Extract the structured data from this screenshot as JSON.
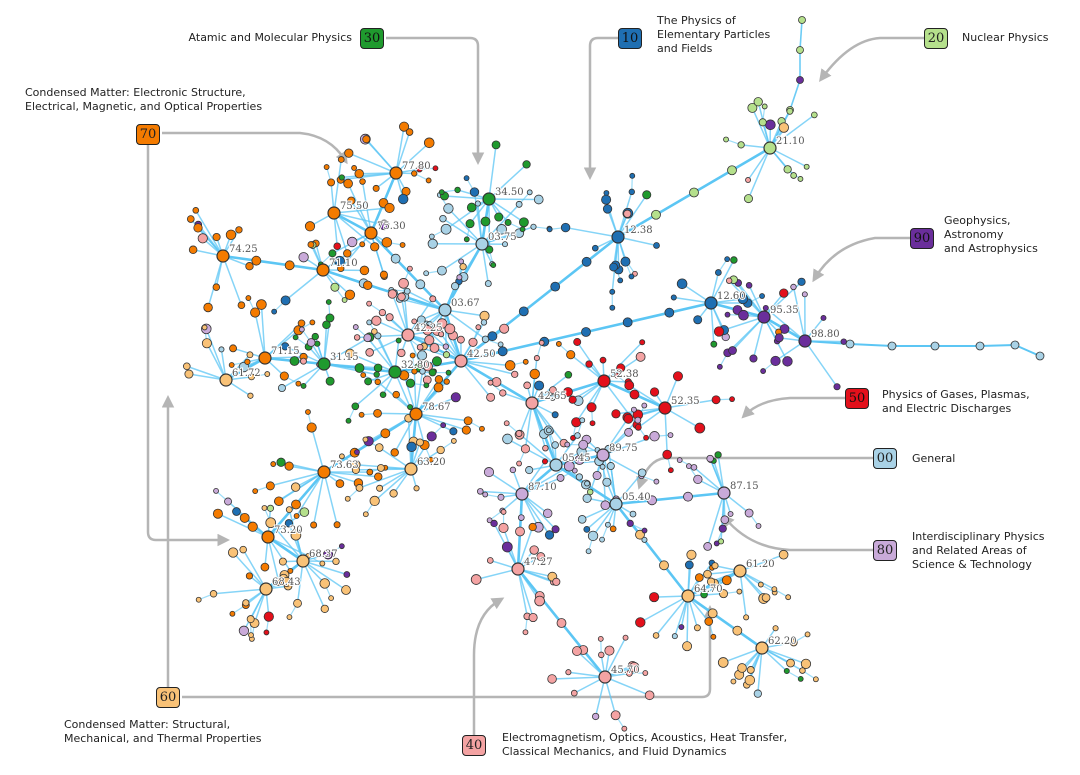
{
  "categories": [
    {
      "code": "00",
      "color": "#a9d2e6",
      "lines": [
        "General"
      ]
    },
    {
      "code": "10",
      "color": "#1f6fb2",
      "lines": [
        "The Physics of",
        "Elementary Particles",
        "and Fields"
      ]
    },
    {
      "code": "20",
      "color": "#b5e08c",
      "lines": [
        "Nuclear Physics"
      ]
    },
    {
      "code": "30",
      "color": "#1f9a2e",
      "lines": [
        "Atamic and Molecular Physics"
      ]
    },
    {
      "code": "40",
      "color": "#f4a3a3",
      "lines": [
        "Electromagnetism, Optics, Acoustics, Heat Transfer,",
        "Classical Mechanics, and Fluid Dynamics"
      ]
    },
    {
      "code": "50",
      "color": "#e3101b",
      "lines": [
        "Physics of Gases, Plasmas,",
        "and Electric Discharges"
      ]
    },
    {
      "code": "60",
      "color": "#f9c277",
      "lines": [
        "Condensed Matter: Structural,",
        "Mechanical, and Thermal Properties"
      ]
    },
    {
      "code": "70",
      "color": "#f47b00",
      "lines": [
        "Condensed Matter: Electronic Structure,",
        "Electrical, Magnetic, and Optical Properties"
      ]
    },
    {
      "code": "80",
      "color": "#c9aad9",
      "lines": [
        "Interdisciplinary Physics",
        "and Related Areas of",
        "Science & Technology"
      ]
    },
    {
      "code": "90",
      "color": "#6a2e9b",
      "lines": [
        "Geophysics,",
        "Astronomy",
        "and Astrophysics"
      ]
    }
  ],
  "edge_color": "#5cc6f4",
  "hubs": [
    {
      "label": "74.25",
      "cat": "70"
    },
    {
      "label": "71.10",
      "cat": "70"
    },
    {
      "label": "75.50",
      "cat": "70"
    },
    {
      "label": "75.30",
      "cat": "70"
    },
    {
      "label": "77.80",
      "cat": "70"
    },
    {
      "label": "03.75",
      "cat": "00"
    },
    {
      "label": "34.50",
      "cat": "30"
    },
    {
      "label": "03.67",
      "cat": "00"
    },
    {
      "label": "42.25",
      "cat": "40"
    },
    {
      "label": "42.50",
      "cat": "40"
    },
    {
      "label": "71.15",
      "cat": "70"
    },
    {
      "label": "31.15",
      "cat": "30"
    },
    {
      "label": "32.80",
      "cat": "30"
    },
    {
      "label": "61.72",
      "cat": "60"
    },
    {
      "label": "78.67",
      "cat": "70"
    },
    {
      "label": "73.63",
      "cat": "70"
    },
    {
      "label": "63.20",
      "cat": "60"
    },
    {
      "label": "73.20",
      "cat": "70"
    },
    {
      "label": "68.37",
      "cat": "60"
    },
    {
      "label": "68.43",
      "cat": "60"
    },
    {
      "label": "12.38",
      "cat": "10"
    },
    {
      "label": "21.10",
      "cat": "20"
    },
    {
      "label": "12.60",
      "cat": "10"
    },
    {
      "label": "95.35",
      "cat": "90"
    },
    {
      "label": "98.80",
      "cat": "90"
    },
    {
      "label": "52.38",
      "cat": "50"
    },
    {
      "label": "52.35",
      "cat": "50"
    },
    {
      "label": "42.65",
      "cat": "40"
    },
    {
      "label": "05.45",
      "cat": "00"
    },
    {
      "label": "89.75",
      "cat": "80"
    },
    {
      "label": "87.10",
      "cat": "80"
    },
    {
      "label": "05.40",
      "cat": "00"
    },
    {
      "label": "87.15",
      "cat": "80"
    },
    {
      "label": "47.27",
      "cat": "40"
    },
    {
      "label": "64.70",
      "cat": "60"
    },
    {
      "label": "61.20",
      "cat": "60"
    },
    {
      "label": "62.20",
      "cat": "60"
    },
    {
      "label": "45.70",
      "cat": "40"
    }
  ],
  "edges": [
    [
      "74.25",
      "71.10"
    ],
    [
      "71.10",
      "03.67"
    ],
    [
      "75.50",
      "75.30"
    ],
    [
      "75.30",
      "77.80"
    ],
    [
      "75.30",
      "03.67"
    ],
    [
      "03.67",
      "03.75"
    ],
    [
      "03.75",
      "34.50"
    ],
    [
      "03.67",
      "42.50"
    ],
    [
      "42.25",
      "42.50"
    ],
    [
      "32.80",
      "42.50"
    ],
    [
      "31.15",
      "32.80"
    ],
    [
      "71.15",
      "31.15"
    ],
    [
      "61.72",
      "71.15"
    ],
    [
      "42.50",
      "12.38"
    ],
    [
      "12.38",
      "21.10"
    ],
    [
      "42.50",
      "12.60"
    ],
    [
      "12.60",
      "95.35"
    ],
    [
      "95.35",
      "98.80"
    ],
    [
      "42.50",
      "42.65"
    ],
    [
      "42.65",
      "52.38"
    ],
    [
      "52.38",
      "52.35"
    ],
    [
      "42.65",
      "05.45"
    ],
    [
      "05.45",
      "89.75"
    ],
    [
      "05.45",
      "87.10"
    ],
    [
      "05.45",
      "05.40"
    ],
    [
      "05.40",
      "87.15"
    ],
    [
      "05.40",
      "64.70"
    ],
    [
      "64.70",
      "61.20"
    ],
    [
      "64.70",
      "62.20"
    ],
    [
      "87.10",
      "47.27"
    ],
    [
      "47.27",
      "45.70"
    ],
    [
      "42.50",
      "78.67"
    ],
    [
      "78.67",
      "73.63"
    ],
    [
      "78.67",
      "63.20"
    ],
    [
      "73.63",
      "73.20"
    ],
    [
      "73.20",
      "68.37"
    ],
    [
      "68.37",
      "68.43"
    ]
  ]
}
